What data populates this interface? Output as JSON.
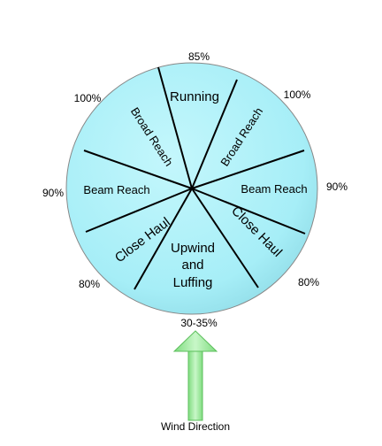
{
  "wheel": {
    "fill": "#aaf0f8",
    "line_color": "#000000",
    "sectors": [
      {
        "name": "upwind",
        "lines": [
          "Upwind",
          "and",
          "Luffing"
        ]
      },
      {
        "name": "close-haul-left",
        "lines": [
          "Close Haul"
        ]
      },
      {
        "name": "beam-reach-left",
        "lines": [
          "Beam Reach"
        ]
      },
      {
        "name": "broad-reach-left",
        "lines": [
          "Broad Reach"
        ]
      },
      {
        "name": "running",
        "lines": [
          "Running"
        ]
      },
      {
        "name": "broad-reach-right",
        "lines": [
          "Broad Reach"
        ]
      },
      {
        "name": "beam-reach-right",
        "lines": [
          "Beam Reach"
        ]
      },
      {
        "name": "close-haul-right",
        "lines": [
          "Close Haul"
        ]
      }
    ]
  },
  "efficiency": {
    "running": "85%",
    "broad_reach_left": "100%",
    "broad_reach_right": "100%",
    "beam_reach_left": "90%",
    "beam_reach_right": "90%",
    "close_haul_left": "80%",
    "close_haul_right": "80%",
    "upwind": "30-35%"
  },
  "wind": {
    "label": "Wind Direction",
    "arrow_color": "#99ee99"
  }
}
